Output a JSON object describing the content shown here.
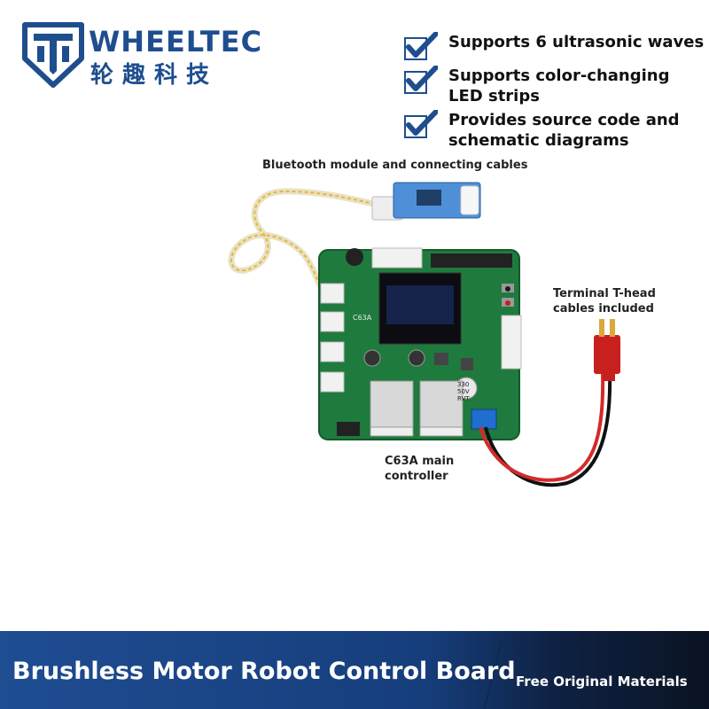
{
  "brand": {
    "name_en": "WHEELTEC",
    "name_cn": "轮趣科技",
    "color": "#1f4e8f"
  },
  "features": [
    {
      "icon": "check-icon",
      "text": "Supports 6 ultrasonic waves"
    },
    {
      "icon": "check-icon",
      "text": "Supports color-changing LED strips"
    },
    {
      "icon": "check-icon",
      "text": "Provides source code and schematic diagrams"
    }
  ],
  "captions": {
    "bluetooth": "Bluetooth module and connecting cables",
    "terminal": "Terminal T-head cables included",
    "controller": "C63A main controller"
  },
  "board_marks": {
    "model": "C63A",
    "capacitor": "330 50V RVT"
  },
  "banner": {
    "title": "Brushless Motor Robot Control Board",
    "subtitle": "Free Original Materials",
    "accent": "#1f4d92"
  }
}
